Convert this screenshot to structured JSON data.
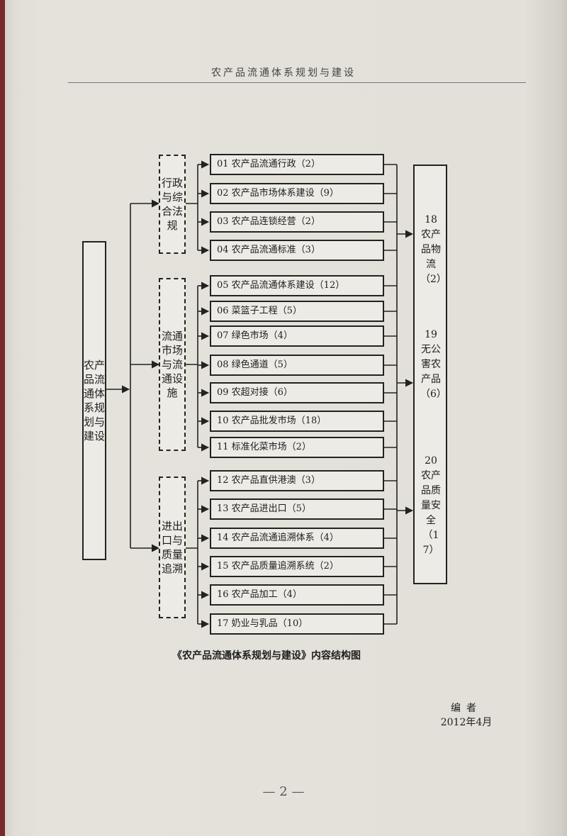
{
  "running_head": "农产品流通体系规划与建设",
  "root": {
    "label": "农产品流通体系规划与建设"
  },
  "groups": [
    {
      "label": "行政与综合法规"
    },
    {
      "label": "流通市场与流通设施"
    },
    {
      "label": "进出口与质量追溯"
    }
  ],
  "items": [
    {
      "label": "01 农产品流通行政（2）"
    },
    {
      "label": "02 农产品市场体系建设（9）"
    },
    {
      "label": "03 农产品连锁经营（2）"
    },
    {
      "label": "04 农产品流通标准（3）"
    },
    {
      "label": "05 农产品流通体系建设（12）"
    },
    {
      "label": "06 菜篮子工程（5）"
    },
    {
      "label": "07 绿色市场（4）"
    },
    {
      "label": "08 绿色通道（5）"
    },
    {
      "label": "09 农超对接（6）"
    },
    {
      "label": "10 农产品批发市场（18）"
    },
    {
      "label": "11 标准化菜市场（2）"
    },
    {
      "label": "12 农产品直供港澳（3）"
    },
    {
      "label": "13 农产品进出口（5）"
    },
    {
      "label": "14 农产品流通追溯体系（4）"
    },
    {
      "label": "15 农产品质量追溯系统（2）"
    },
    {
      "label": "16 农产品加工（4）"
    },
    {
      "label": "17 奶业与乳品（10）"
    }
  ],
  "right_column": [
    {
      "label": "18 农产品物流（2）"
    },
    {
      "label": "19 无公害农产品（6）"
    },
    {
      "label": "20 农产品质量安全（17）"
    }
  ],
  "caption": "《农产品流通体系规划与建设》内容结构图",
  "signature": "编者",
  "date": "2012年4月",
  "folio": "— 2 —"
}
